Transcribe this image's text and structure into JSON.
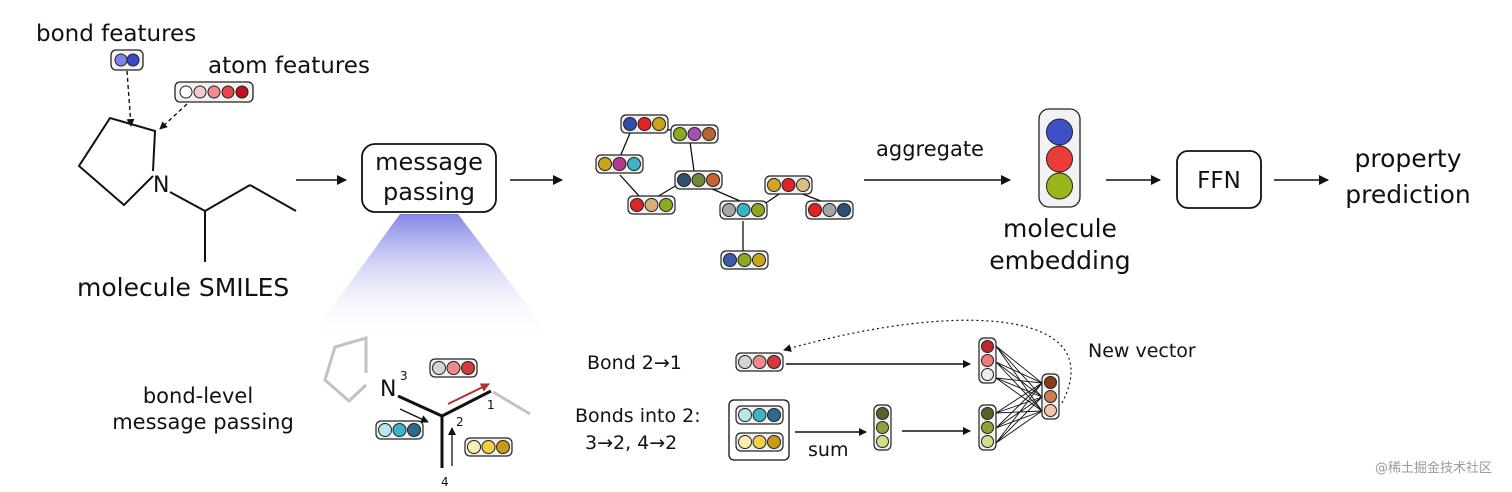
{
  "colors": {
    "bond_label": "#1f2a9e",
    "atom_label": "#a8123e",
    "cone_top": "#8a8ce6",
    "bond_dots": [
      "#7f85e6",
      "#3a45c8"
    ],
    "atom_dots": [
      "#ffffff",
      "#f6c9cc",
      "#f08a8f",
      "#e8454b",
      "#c0121a"
    ],
    "embedding_dots": [
      "#3f4fc7",
      "#ec3b3b",
      "#99b71a"
    ],
    "red_arrow": "#b5302a"
  },
  "labels": {
    "bond_features": "bond features",
    "atom_features": "atom features",
    "molecule_smiles": "molecule SMILES",
    "atom_n": "N",
    "message_passing_line1": "message",
    "message_passing_line2": "passing",
    "aggregate": "aggregate",
    "molecule_embedding_line1": "molecule",
    "molecule_embedding_line2": "embedding",
    "ffn": "FFN",
    "property_line1": "property",
    "property_line2": "prediction",
    "bond_level_line1": "bond-level",
    "bond_level_line2": "message passing",
    "zoom_atom_n": "N",
    "num_1": "1",
    "num_2": "2",
    "num_3": "3",
    "num_4": "4",
    "bond_2_1": "Bond 2→1",
    "bonds_into_line1": "Bonds into 2:",
    "bonds_into_line2": "3→2, 4→2",
    "sum": "sum",
    "new_vector": "New vector",
    "watermark": "@稀土掘金技术社区"
  },
  "graph_nodes": [
    {
      "colors": [
        "#2f4ea8",
        "#e02424",
        "#c9a51a"
      ]
    },
    {
      "colors": [
        "#8aab1f",
        "#a64fb0",
        "#b9652f"
      ]
    },
    {
      "colors": [
        "#c9a51a",
        "#b43a8f",
        "#3bb3c6"
      ]
    },
    {
      "colors": [
        "#2f4e73",
        "#6e8a3a",
        "#c3652e"
      ]
    },
    {
      "colors": [
        "#d2a325",
        "#e02424",
        "#d8c080"
      ]
    },
    {
      "colors": [
        "#e02424",
        "#d4b07a",
        "#8aab1f"
      ]
    },
    {
      "colors": [
        "#a6a6a6",
        "#3bb3c6",
        "#8aab1f"
      ]
    },
    {
      "colors": [
        "#e02424",
        "#a6a6a6",
        "#2f4e73"
      ]
    },
    {
      "colors": [
        "#3b5aa8",
        "#8aab1f",
        "#c9a51a"
      ]
    }
  ],
  "zoom_capsules": {
    "bond_2_1": [
      "#d4d4d4",
      "#ee8a8f",
      "#d23a3a"
    ],
    "left_blue": [
      "#b7e6ef",
      "#3bb6c7",
      "#2b6a8c"
    ],
    "yellow": [
      "#fbeeb0",
      "#f2cf4a",
      "#c99a15"
    ]
  },
  "detail_capsules": {
    "bond_2_1_message": [
      "#d4d4d4",
      "#ee8a8f",
      "#d23a3a"
    ],
    "input_blue": [
      "#b7e6ef",
      "#3bb6c7",
      "#2b6a8c"
    ],
    "input_yellow": [
      "#fbeeb0",
      "#f2cf4a",
      "#c99a15"
    ],
    "sum_vector": [
      "#56622a",
      "#8aa43a",
      "#cde08a"
    ],
    "mlp_top": [
      "#c2262c",
      "#ee7b7e",
      "#ececec"
    ],
    "mlp_bottom": [
      "#56622a",
      "#8aa43a",
      "#cde08a"
    ],
    "new_vector": [
      "#8b3a1a",
      "#d07a52",
      "#f2c7aa"
    ]
  }
}
